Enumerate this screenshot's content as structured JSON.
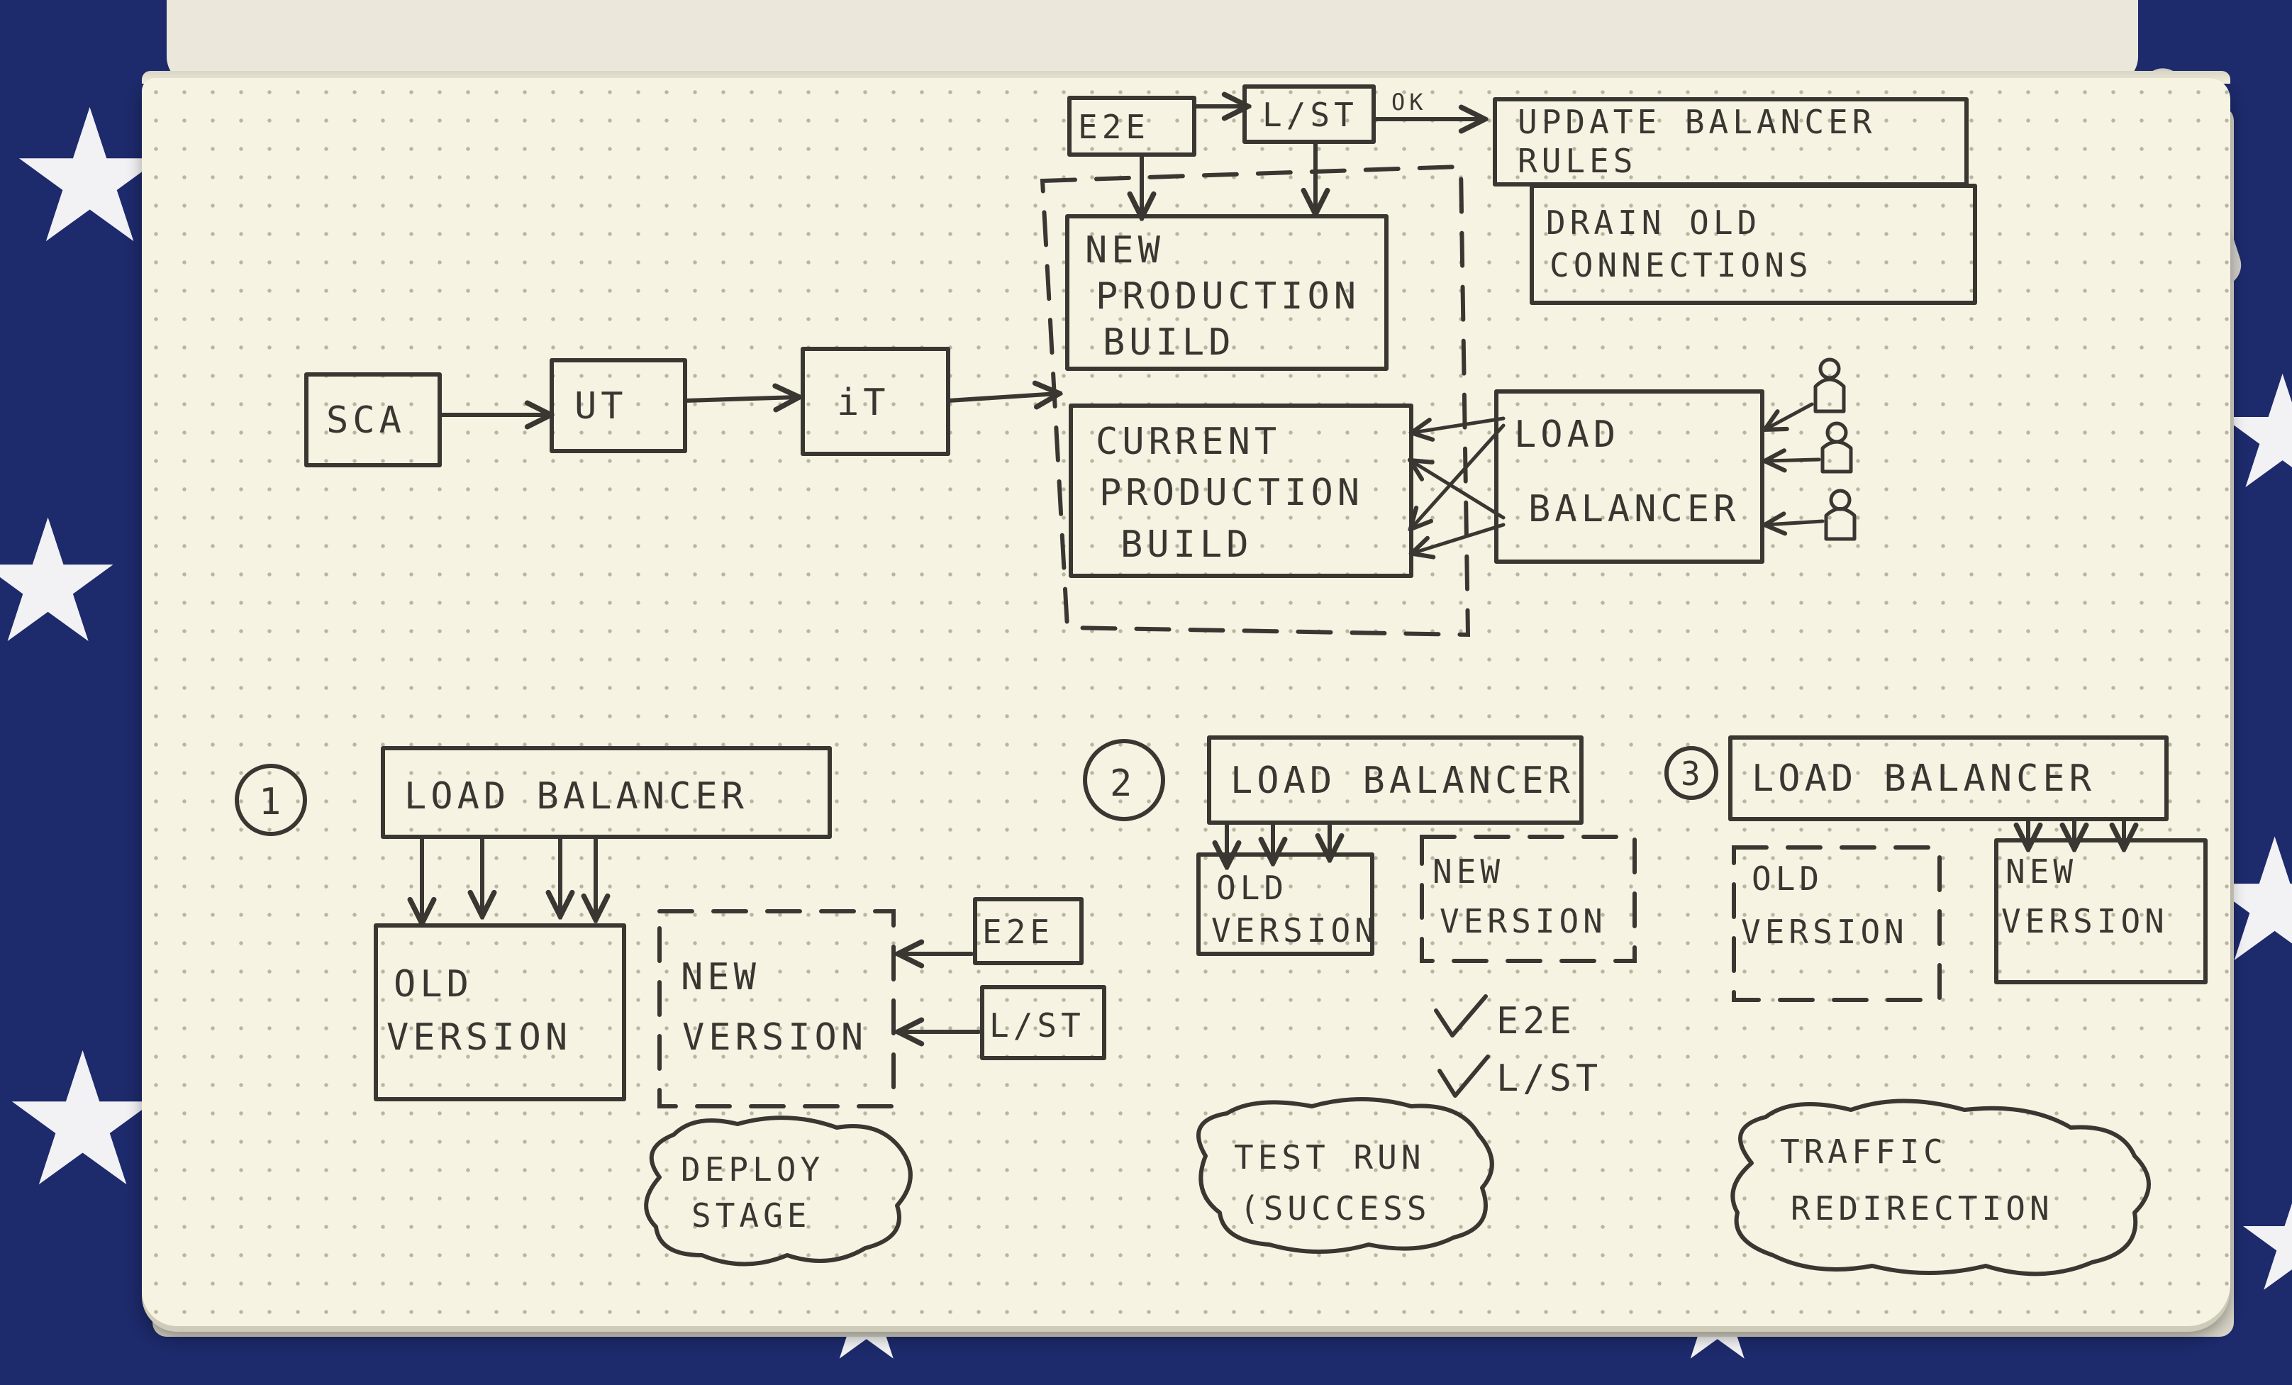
{
  "pipeline": {
    "sca": "SCA",
    "ut": "UT",
    "it": "iT",
    "e2e": "E2E",
    "lst": "L/ST",
    "ok": "OK",
    "new_production_build": [
      "NEW",
      "PRODUCTION",
      "BUILD"
    ],
    "current_production_build": [
      "CURRENT",
      "PRODUCTION",
      "BUILD"
    ],
    "load_balancer": [
      "LOAD",
      "BALANCER"
    ],
    "update_balancer_rules": [
      "UPDATE BALANCER",
      "RULES"
    ],
    "drain_old_connections": [
      "DRAIN OLD",
      "CONNECTIONS"
    ]
  },
  "stage1": {
    "number": "1",
    "load_balancer": "LOAD BALANCER",
    "old_version": [
      "OLD",
      "VERSION"
    ],
    "new_version": [
      "NEW",
      "VERSION"
    ],
    "e2e": "E2E",
    "lst": "L/ST",
    "cloud": [
      "DEPLOY",
      "STAGE"
    ]
  },
  "stage2": {
    "number": "2",
    "load_balancer": "LOAD BALANCER",
    "old_version": [
      "OLD",
      "VERSION"
    ],
    "new_version": [
      "NEW",
      "VERSION"
    ],
    "check_e2e": "E2E",
    "check_lst": "L/ST",
    "cloud": [
      "TEST RUN",
      "(SUCCESS"
    ]
  },
  "stage3": {
    "number": "3",
    "load_balancer": "LOAD BALANCER",
    "old_version": [
      "OLD",
      "VERSION"
    ],
    "new_version": [
      "NEW",
      "VERSION"
    ],
    "cloud": [
      "TRAFFIC",
      "REDIRECTION"
    ]
  },
  "colors": {
    "ink": "#3a3631",
    "paper": "#f6f3e2",
    "background": "#1d2a6b"
  }
}
